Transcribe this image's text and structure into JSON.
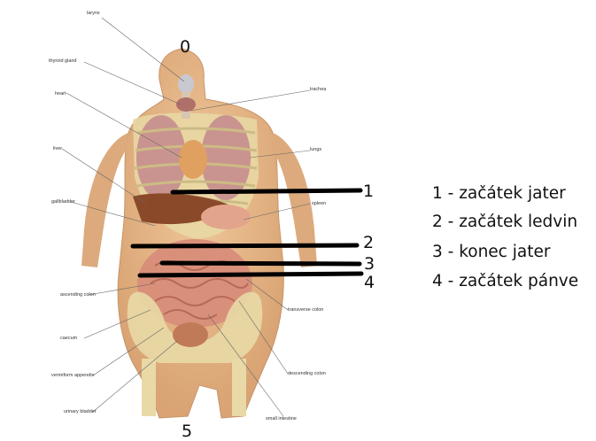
{
  "anatomy_labels": {
    "larynx": "larynx",
    "thyroid_gland": "thyroid gland",
    "heart": "heart",
    "liver": "liver",
    "gallbladder": "gallbladder",
    "trachea": "trachea",
    "lungs": "lungs",
    "spleen": "spleen",
    "ascending_colon": "ascending colon",
    "caecum": "caecum",
    "vermiform_appendix": "vermiform appendix",
    "urinary_bladder": "urinary bladder",
    "transverse_colon": "transverse colon",
    "descending_colon": "descending colon",
    "small_intestine": "small intestine"
  },
  "markers": {
    "top": "0",
    "bottom": "5",
    "m1": "1",
    "m2": "2",
    "m3": "3",
    "m4": "4"
  },
  "legend": [
    "1 - začátek jater",
    "2 - začátek ledvin",
    "3 - konec jater",
    "4 - začátek pánve"
  ],
  "colors": {
    "skin": "#e7b98a",
    "bone": "#e8d9a6",
    "lung": "#c9948f",
    "liver": "#8a4a2a",
    "intestine": "#d9907a",
    "marker_line": "#000000"
  }
}
